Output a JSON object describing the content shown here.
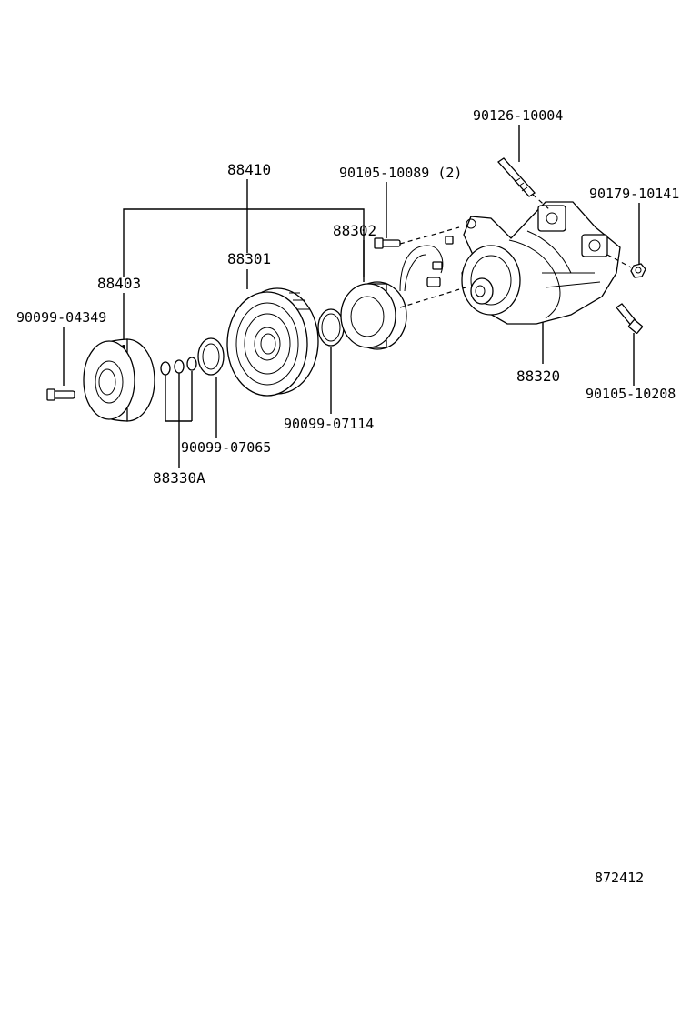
{
  "labels": {
    "bolt_top": "90126-10004",
    "bolt_set": "90105-10089 (2)",
    "nut_right": "90179-10141",
    "assy_clutch": "88410",
    "coil": "88302",
    "pulley": "88301",
    "hub": "88403",
    "bolt_left": "90099-04349",
    "compressor": "88320",
    "bolt_bottom": "90105-10208",
    "snap_ring_coil": "90099-07114",
    "snap_ring_shim": "90099-07065",
    "shims": "88330A",
    "diagram_no": "872412"
  }
}
